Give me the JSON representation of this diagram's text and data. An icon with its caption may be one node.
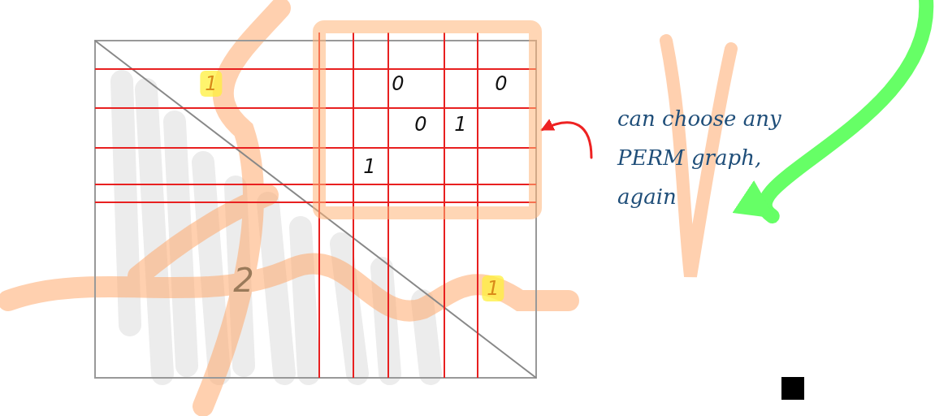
{
  "diagram": {
    "nodes": [
      {
        "text": [],
        "shape": "box"
      },
      {
        "text": [
          "can choose any PERM graph, again"
        ]
      }
    ],
    "edges": [
      {
        "from": 1,
        "to": 0,
        "arrow": "to",
        "color": "#ee2222"
      },
      {
        "from": null,
        "to": 1,
        "arrow": "to",
        "style": "thick",
        "color": "#66ff66"
      }
    ],
    "labels": [
      "1",
      "0",
      "0",
      "0",
      "1",
      "1",
      "2",
      "1"
    ]
  }
}
